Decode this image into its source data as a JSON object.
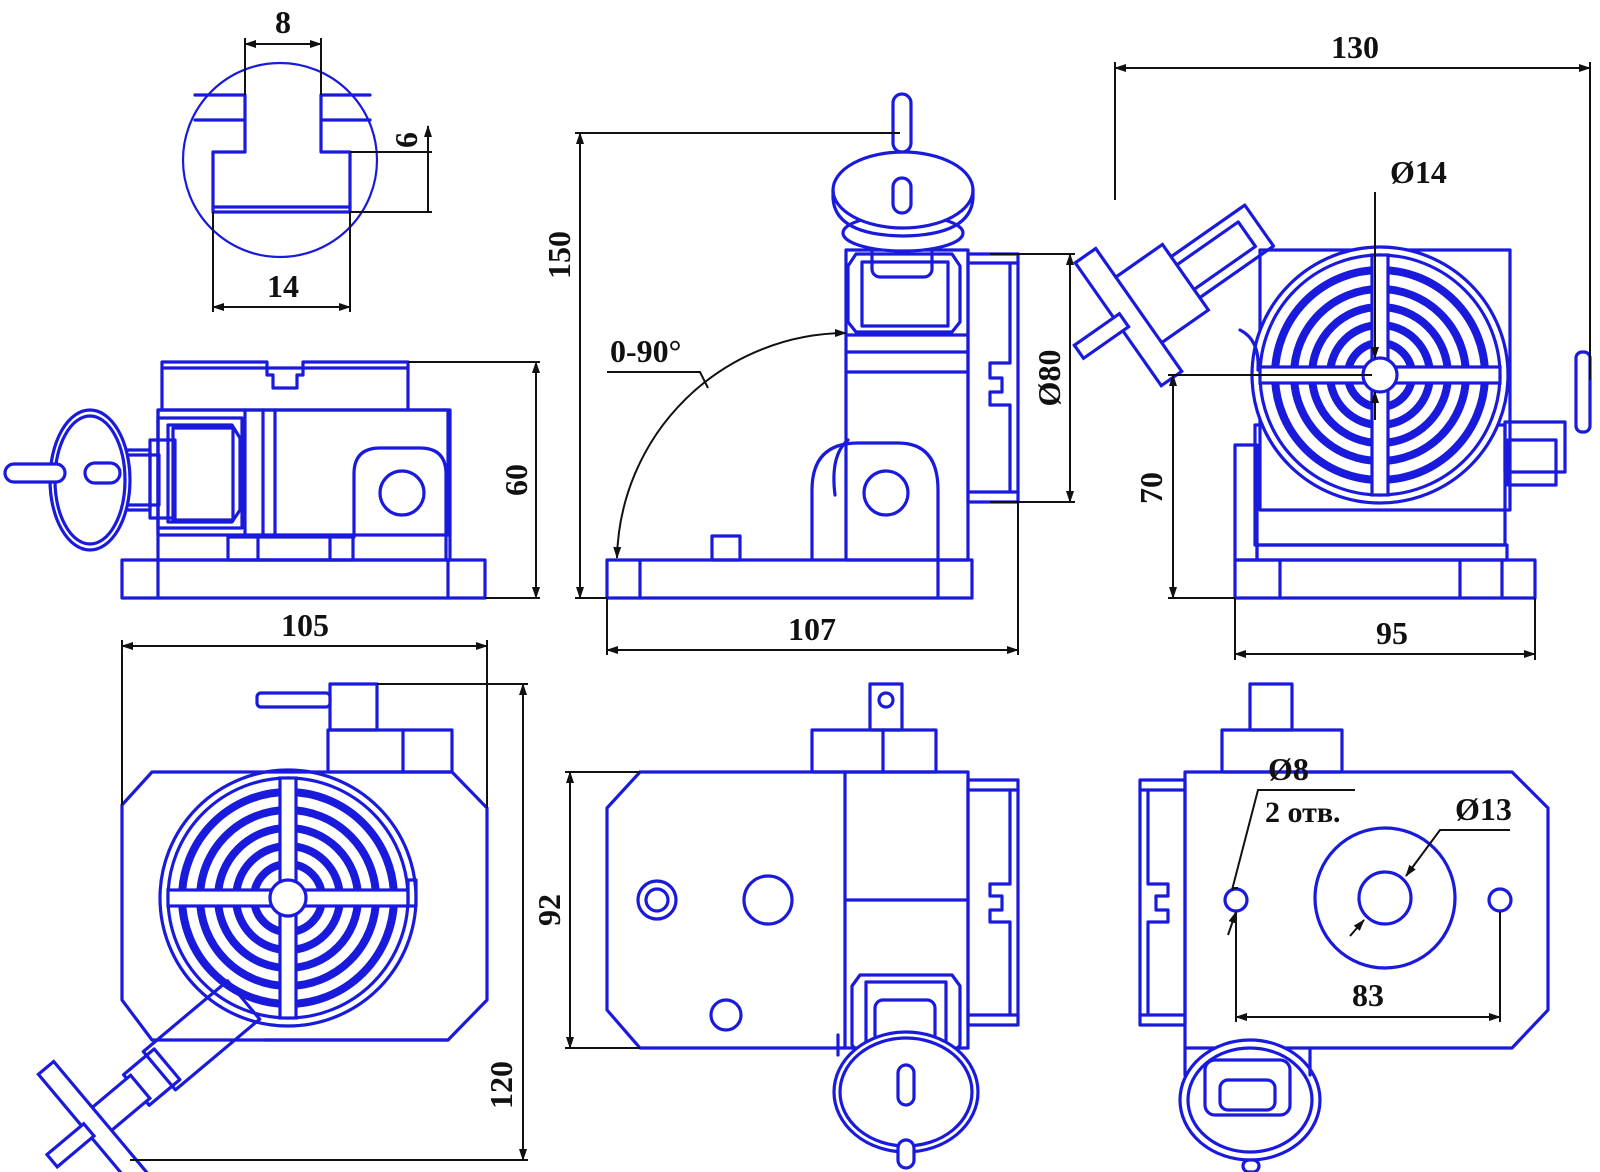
{
  "colors": {
    "part_lines": "#1a1adc",
    "dimension_lines": "#111111",
    "background": "#ffffff"
  },
  "dimensions": {
    "slot_width": "8",
    "slot_depth": "6",
    "slot_bottom_width": "14",
    "height_60": "60",
    "height_150": "150",
    "tilt_angle": "0-90°",
    "diameter_80": "Ø80",
    "length_107": "107",
    "width_130": "130",
    "center_hole": "Ø14",
    "center_height": "70",
    "width_95": "95",
    "width_105": "105",
    "length_120": "120",
    "length_92": "92",
    "mount_hole": "Ø8",
    "mount_hole_count": "2 отв.",
    "center_boss": "Ø13",
    "hole_spacing": "83"
  }
}
